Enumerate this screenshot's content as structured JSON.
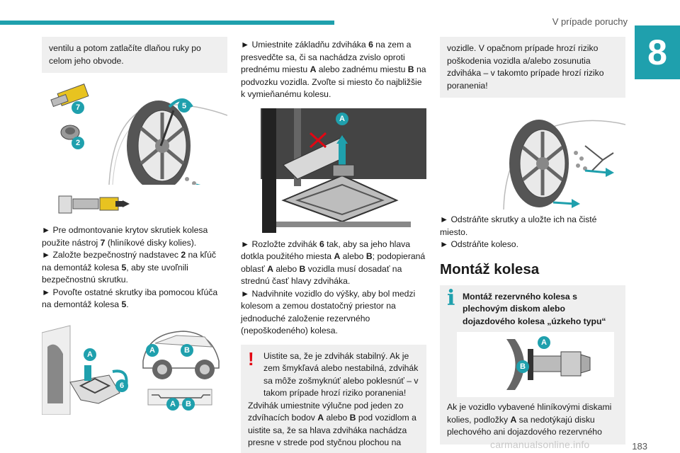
{
  "header": {
    "section_title": "V prípade poruchy",
    "chapter_number": "8"
  },
  "footer": {
    "page_number": "183",
    "watermark": "carmanualsonline.info"
  },
  "col1": {
    "intro": "ventilu a potom zatlačíte dlaňou ruky po celom jeho obvode.",
    "fig1_labels": {
      "tool": "7",
      "cap": "2",
      "wrench": "5"
    },
    "steps": [
      "► Pre odmontovanie krytov skrutiek kolesa použite nástroj",
      "7",
      "(hliníkové disky kolies).",
      "► Založte bezpečnostný nadstavec",
      "2",
      "na kľúč na demontáž kolesa",
      "5",
      ", aby ste uvoľnili bezpečnostnú skrutku.",
      "► Povoľte ostatné skrutky iba pomocou kľúča na demontáž kolesa",
      "5",
      "."
    ],
    "fig2_labels": {
      "a": "A",
      "six": "6",
      "car_a": "A",
      "car_b": "B",
      "bottom_a": "A",
      "bottom_b": "B"
    }
  },
  "col2": {
    "step1": {
      "text1": "► Umiestnite základňu zdviháka",
      "n6": "6",
      "text2": "na zem a presvedčte sa, či sa nachádza zvislo oproti prednému miestu",
      "a": "A",
      "text3": "alebo zadnému miestu",
      "b": "B",
      "text4": "na podvozku vozidla. Zvoľte si miesto čo najbližšie k vymieňanému kolesu."
    },
    "fig_label": "A",
    "step2": {
      "text1": "► Rozložte zdvihák",
      "n6": "6",
      "text2": "tak, aby sa jeho hlava dotkla použitého miesta",
      "a": "A",
      "text3": "alebo",
      "b": "B",
      "text4": "; podopieraná oblasť",
      "a2": "A",
      "text5": "alebo",
      "b2": "B",
      "text6": "vozidla musí dosadať na strednú časť hlavy zdviháka."
    },
    "step3": "► Nadvihnite vozidlo do výšky, aby bol medzi kolesom a zemou dostatočný priestor na jednoduché založenie rezervného (nepoškodeného) kolesa.",
    "warning": {
      "line1": "Uistite sa, že je zdvihák stabilný. Ak je zem šmykľavá alebo nestabilná, zdvihák sa môže zošmyknúť alebo poklesnúť – v takom prípade hrozí riziko poranenia!",
      "line2a": "Zdvihák umiestnite výlučne pod jeden zo zdvíhacích bodov",
      "a": "A",
      "line2b": "alebo",
      "b": "B",
      "line2c": "pod vozidlom a uistite sa, že sa hlava zdviháka nachádza presne v strede pod styčnou plochou na"
    }
  },
  "col3": {
    "intro": "vozidle. V opačnom prípade hrozí riziko poškodenia vozidla a/alebo zosunutia zdviháka – v takomto prípade hrozí riziko poranenia!",
    "step1": "► Odstráňte skrutky a uložte ich na čisté miesto.",
    "step2": "► Odstráňte koleso.",
    "heading": "Montáž kolesa",
    "info": {
      "title": "Montáž rezervného kolesa s plechovým diskom alebo dojazdového kolesa „úzkeho typu“",
      "fig_a": "A",
      "fig_b": "B",
      "text1": "Ak je vozidlo vybavené hliníkovými diskami kolies, podložky",
      "a": "A",
      "text2": "sa nedotýkajú disku plechového ani dojazdového rezervného"
    }
  },
  "colors": {
    "accent": "#1fa0ad",
    "warning": "#e30613",
    "box": "#efefef"
  }
}
